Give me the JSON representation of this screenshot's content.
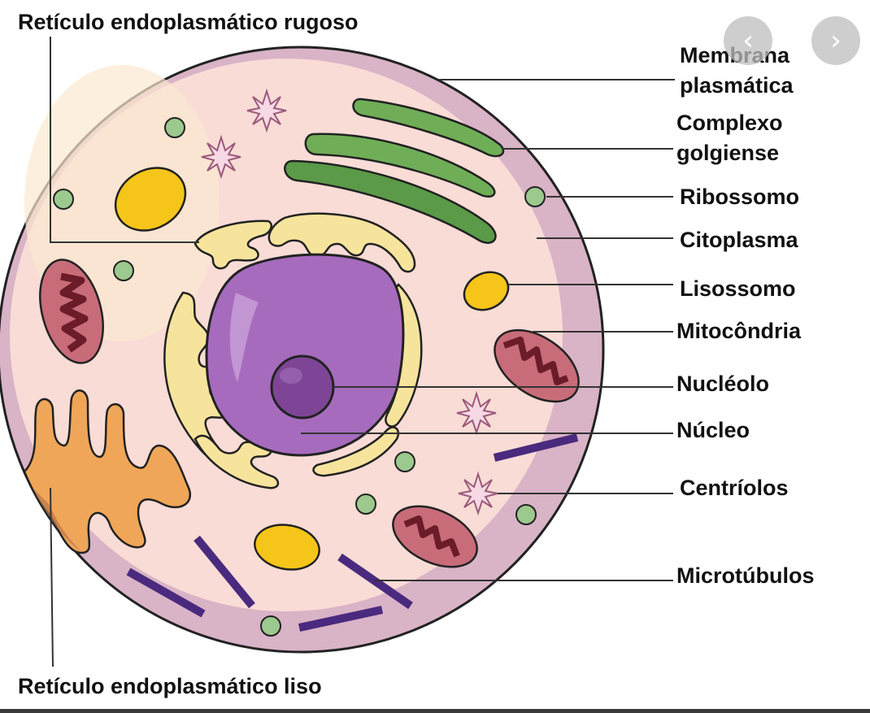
{
  "labels": {
    "rer": "Retículo endoplasmático rugoso",
    "ser": "Retículo endoplasmático liso",
    "membrana_1": "Membrana",
    "membrana_2": "plasmática",
    "golgi_1": "Complexo",
    "golgi_2": "golgiense",
    "ribossomo": "Ribossomo",
    "citoplasma": "Citoplasma",
    "lisossomo": "Lisossomo",
    "mitocondria": "Mitocôndria",
    "nucleolo": "Nucléolo",
    "nucleo": "Núcleo",
    "centriolos": "Centríolos",
    "microtubulos": "Microtúbulos"
  },
  "nav": {
    "prev_glyph": "‹",
    "next_glyph": "›"
  },
  "icons": {
    "prev": "chevron-left-icon",
    "next": "chevron-right-icon"
  },
  "colors": {
    "membrane_outer": "#d9b3c6",
    "cytoplasm": "#f9dcd6",
    "nucleus": "#a66bbd",
    "nucleolus": "#7e4596",
    "golgi": "#6fae57",
    "lysosome": "#f5c519",
    "mitochondria": "#b5485a",
    "ribosome": "#9cc98e",
    "microtubule": "#4a2a7e",
    "rough_er": "#f7e49c",
    "smooth_er": "#f0a658"
  }
}
